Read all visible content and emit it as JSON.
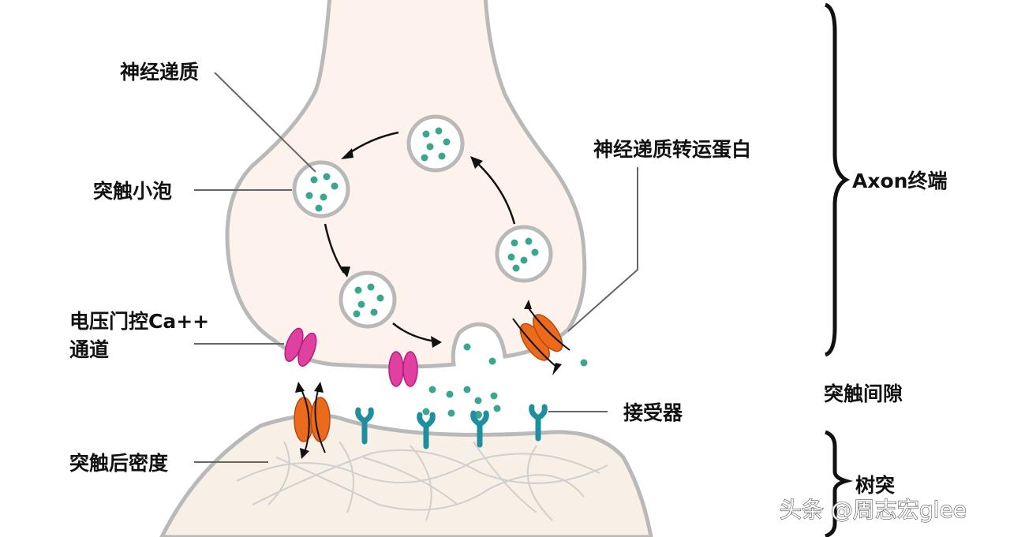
{
  "labels": {
    "neurotransmitter": "神经递质",
    "synaptic_vesicle": "突触小泡",
    "transporter": "神经递质转运蛋白",
    "axon_terminal": "Axon终端",
    "ca_channel_line1": "电压门控Ca++",
    "ca_channel_line2": "通道",
    "synaptic_cleft": "突触间隙",
    "receptor": "接受器",
    "postsynaptic_density": "突触后密度",
    "dendrite": "树突"
  },
  "watermark": "头条 @周志宏glee",
  "colors": {
    "cell_fill": "#fdf3ec",
    "dendrite_fill": "#f8f0e6",
    "membrane": "#b9b9b9",
    "vesicle_fill": "#ffffff",
    "neurotransmitter": "#3aa68e",
    "ca_channel": "#e040a0",
    "transporter": "#ec6a1c",
    "receptor": "#1f8fa0",
    "arrow": "#111111",
    "leader_line": "#666666"
  },
  "icons": {
    "vesicle": "circle-with-dots",
    "ca_channel": "magenta-ellipse-pair",
    "transporter": "orange-ellipse-pair",
    "receptor": "y-shaped-receptor"
  }
}
